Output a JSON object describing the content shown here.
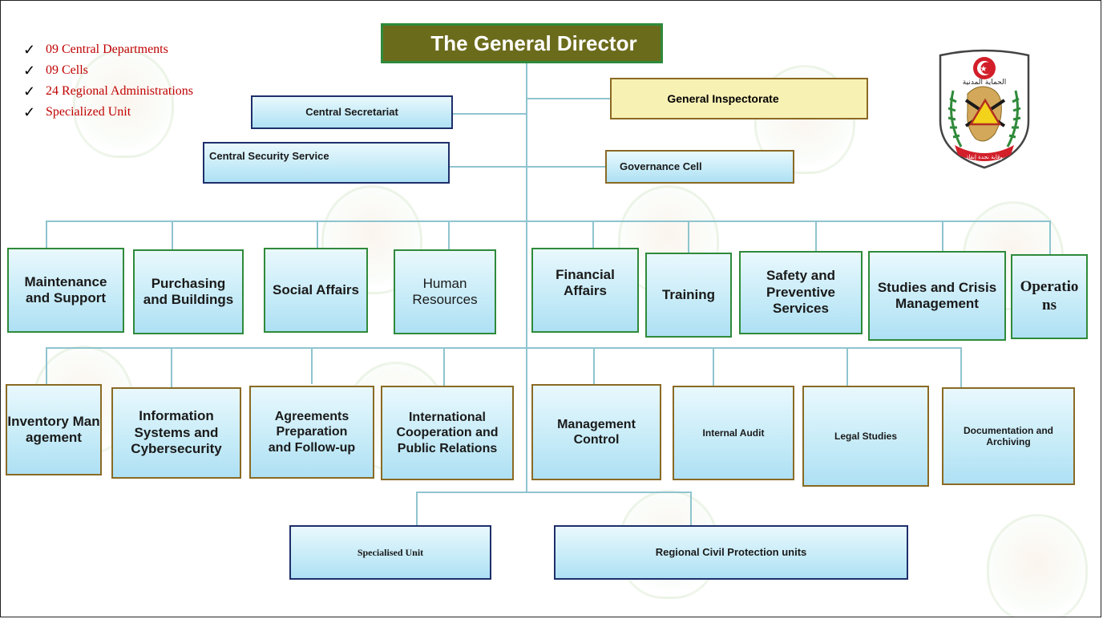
{
  "summary": [
    "09 Central Departments",
    "09 Cells",
    "24 Regional Administrations",
    "Specialized Unit"
  ],
  "director": "The General Director",
  "top_units": {
    "central_secretariat": "Central Secretariat",
    "general_inspectorate": "General   Inspectorate",
    "central_security_service": "Central Security Service",
    "governance_cell": "Governance Cell"
  },
  "departments": [
    "Maintenance and Support",
    "Purchasing and Buildings",
    "Social Affairs",
    "Human Resources",
    "Financial Affairs",
    "Training",
    "Safety and Preventive Services",
    "Studies and Crisis Management",
    "Operations"
  ],
  "cells": [
    "Inventory Management",
    "Information Systems and Cybersecurity",
    "Agreements Preparation and Follow-up",
    "International Cooperation and Public Relations",
    "Management Control",
    "Internal Audit",
    "Legal Studies",
    "Documentation and Archiving"
  ],
  "bottom_units": {
    "specialised_unit": "Specialised Unit",
    "regional_units": "Regional Civil Protection units"
  },
  "logo": {
    "arabic_top": "الحماية المدنية",
    "arabic_bottom": "وقاية نجدة إنقاذ"
  },
  "colors": {
    "director_fill": "#6b6b1c",
    "summary_text": "#c00000",
    "connector": "#8fc4cf",
    "green_border": "#2f8a3a",
    "brown_border": "#8a6a24",
    "navy_border": "#1e2f6b"
  }
}
